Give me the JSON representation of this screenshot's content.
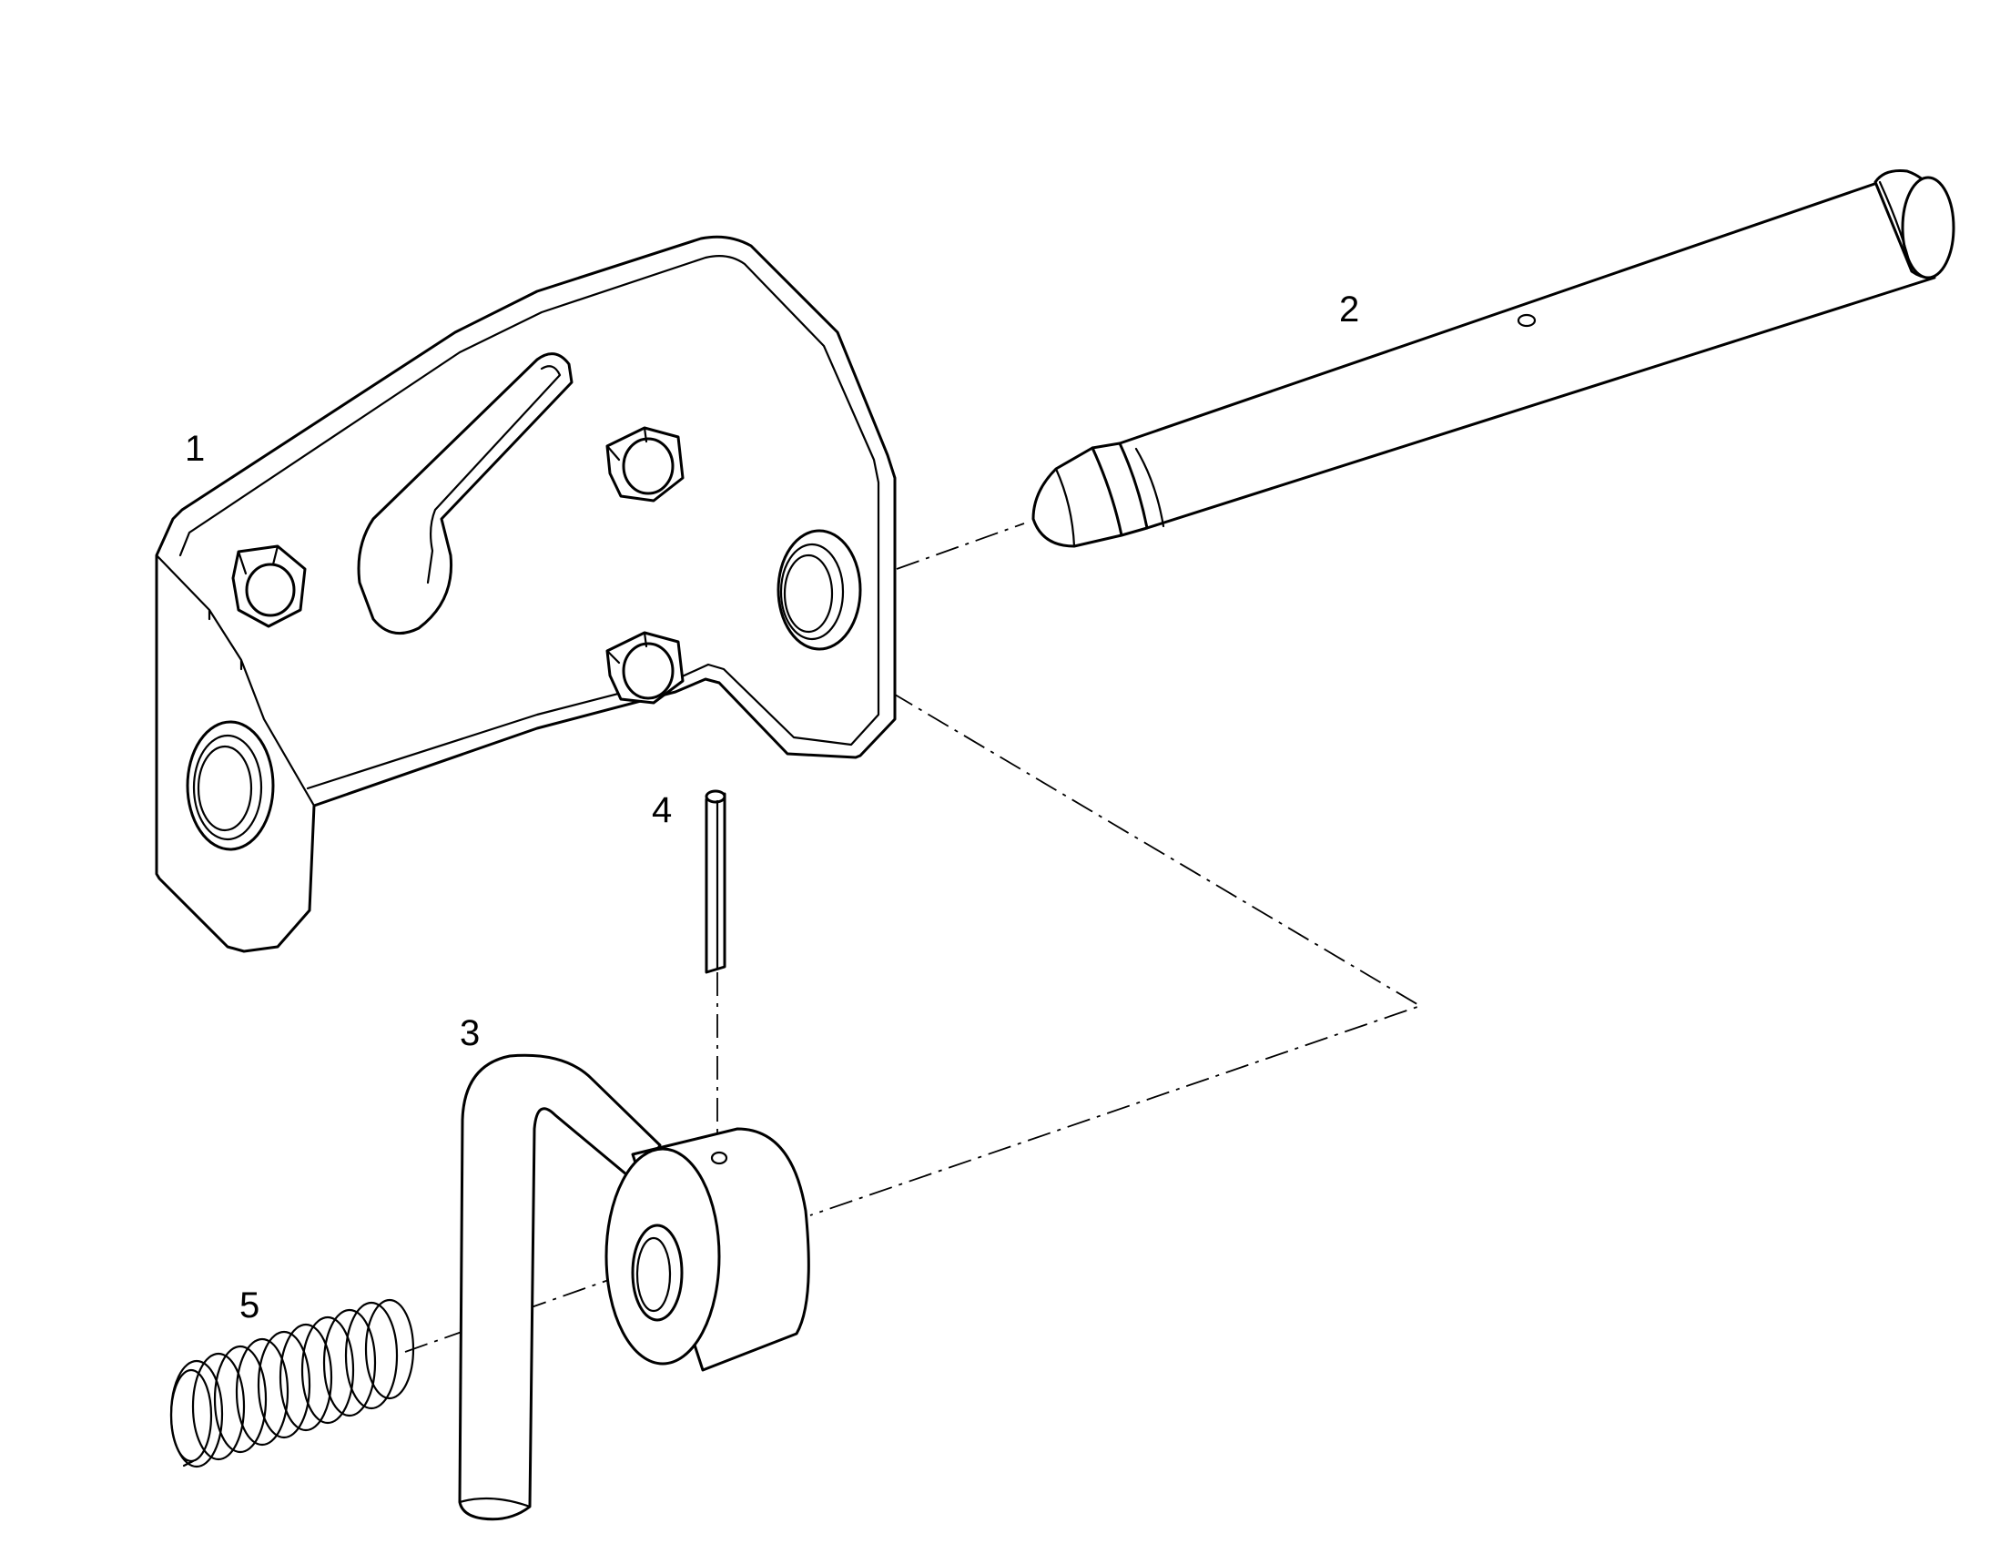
{
  "callouts": {
    "bracket": "1",
    "pin": "2",
    "latch_handle": "3",
    "roll_pin": "4",
    "spring": "5"
  }
}
